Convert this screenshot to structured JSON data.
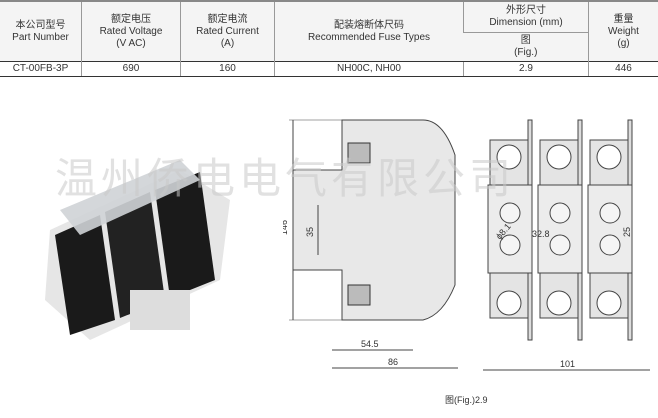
{
  "table": {
    "headers": [
      {
        "zh": "本公司型号",
        "en": "Part Number"
      },
      {
        "zh": "额定电压",
        "en": "Rated Voltage",
        "unit": "(V AC)"
      },
      {
        "zh": "额定电流",
        "en": "Rated Current",
        "unit": "(A)"
      },
      {
        "zh": "配装熔断体尺码",
        "en": "Recommended Fuse Types"
      },
      {
        "zh": "外形尺寸",
        "en": "Dimension (mm)",
        "sub_zh": "图",
        "sub_en": "(Fig.)"
      },
      {
        "zh": "重量",
        "en": "Weight",
        "unit": "(g)"
      }
    ],
    "row": [
      "CT-00FB-3P",
      "690",
      "160",
      "NH00C,   NH00",
      "2.9",
      "446"
    ]
  },
  "watermark": "温州侨电电气有限公司",
  "drawing": {
    "dims": {
      "height": "146",
      "mount": "35",
      "depth_inner": "54.5",
      "depth": "86",
      "width": "101",
      "pitch": "32.8",
      "hole": "ϕ8.1",
      "hole_spacing": "25"
    },
    "caption": "图(Fig.)2.9"
  }
}
